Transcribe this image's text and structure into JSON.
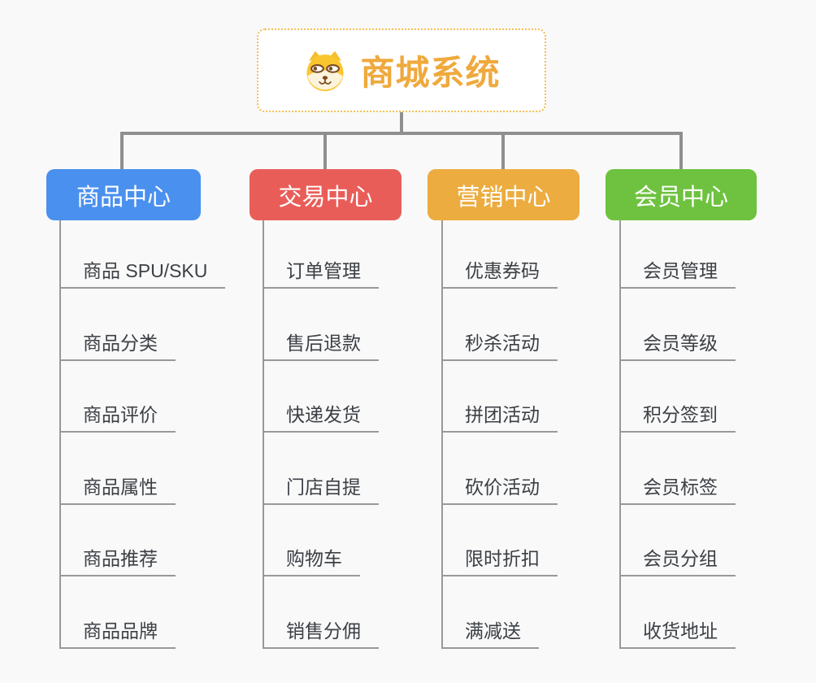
{
  "root": {
    "title": "商城系统",
    "icon": "shiba-dog-icon"
  },
  "branches": [
    {
      "id": "product-center",
      "label": "商品中心",
      "color": "#4A90EE",
      "children": [
        "商品 SPU/SKU",
        "商品分类",
        "商品评价",
        "商品属性",
        "商品推荐",
        "商品品牌"
      ]
    },
    {
      "id": "trade-center",
      "label": "交易中心",
      "color": "#E95D58",
      "children": [
        "订单管理",
        "售后退款",
        "快递发货",
        "门店自提",
        "购物车",
        "销售分佣"
      ]
    },
    {
      "id": "marketing-center",
      "label": "营销中心",
      "color": "#ECAC3F",
      "children": [
        "优惠券码",
        "秒杀活动",
        "拼团活动",
        "砍价活动",
        "限时折扣",
        "满减送"
      ]
    },
    {
      "id": "member-center",
      "label": "会员中心",
      "color": "#6EC23F",
      "children": [
        "会员管理",
        "会员等级",
        "积分签到",
        "会员标签",
        "会员分组",
        "收货地址"
      ]
    }
  ],
  "colors": {
    "background": "#F9F9F9",
    "root_border": "#F5BD55",
    "root_text": "#EFA93C",
    "connector": "#8F8F8F",
    "leaf_line": "#999999",
    "leaf_text": "#3C4045"
  }
}
